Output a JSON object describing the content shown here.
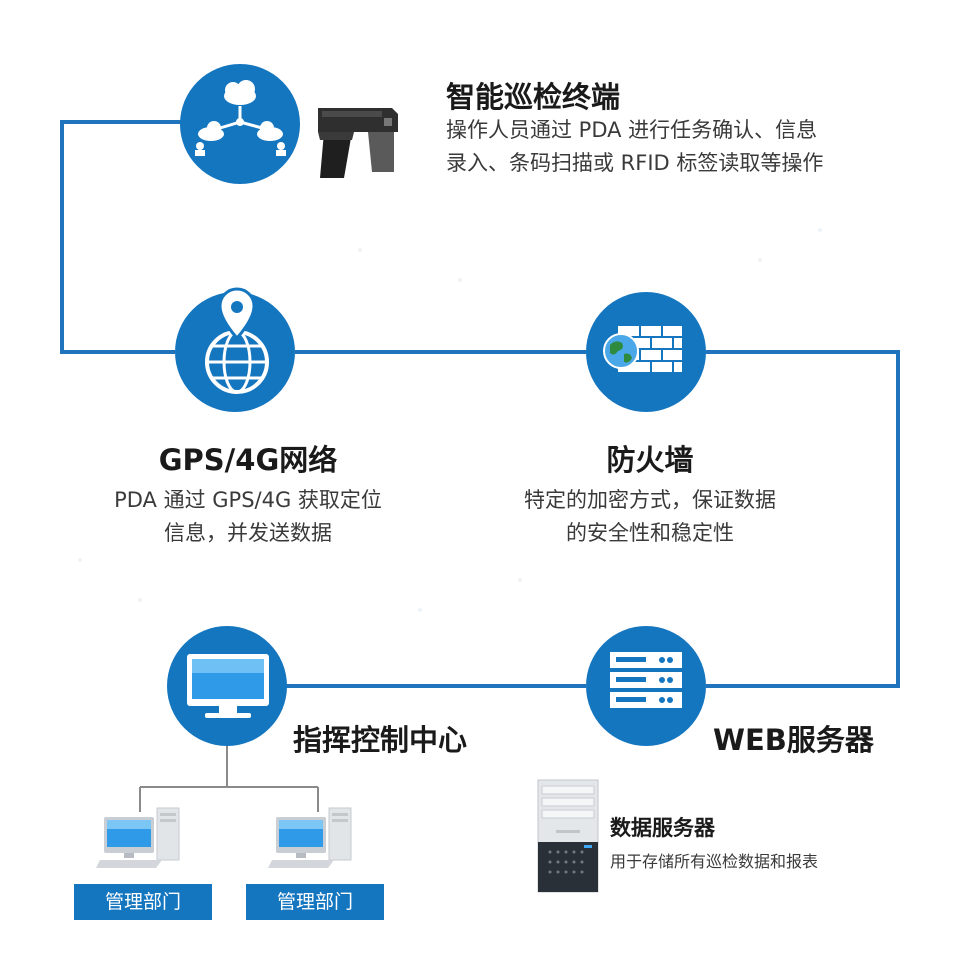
{
  "nodes": {
    "terminal": {
      "title": "智能巡检终端",
      "desc_line1": "操作人员通过 PDA 进行任务确认、信息",
      "desc_line2": "录入、条码扫描或 RFID 标签读取等操作"
    },
    "network": {
      "title": "GPS/4G网络",
      "desc_line1": "PDA 通过 GPS/4G 获取定位",
      "desc_line2": "信息，并发送数据"
    },
    "firewall": {
      "title": "防火墙",
      "desc_line1": "特定的加密方式，保证数据",
      "desc_line2": "的安全性和稳定性"
    },
    "control_center": {
      "title": "指挥控制中心"
    },
    "web_server": {
      "title": "WEB服务器"
    },
    "data_server": {
      "title": "数据服务器",
      "desc": "用于存储所有巡检数据和报表"
    }
  },
  "departments": [
    {
      "label": "管理部门"
    },
    {
      "label": "管理部门"
    }
  ],
  "colors": {
    "primary": "#1576c0",
    "line": "#1f74bd",
    "text": "#333333"
  },
  "icons": {
    "terminal": "cloud-network-icon",
    "network": "location-globe-icon",
    "firewall": "firewall-globe-icon",
    "control_center": "monitor-icon",
    "web_server": "server-rack-icon"
  }
}
